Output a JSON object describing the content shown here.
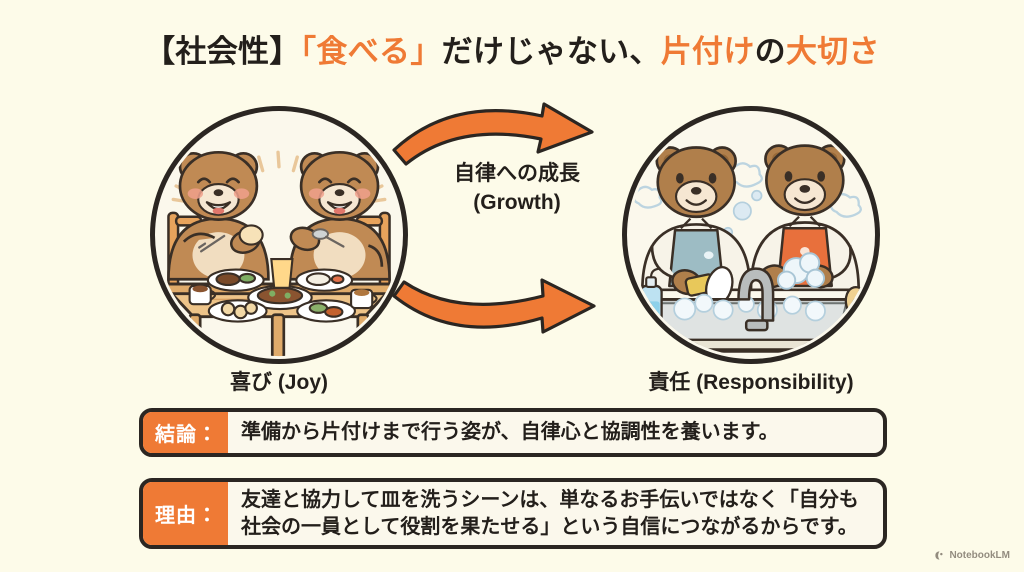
{
  "slide": {
    "background_color": "#fdfbe9",
    "accent_color": "#ef7a35",
    "ink_color": "#231f1b"
  },
  "title": {
    "part1": "【社会性】",
    "part2_accent": "「食べる」",
    "part3": "だけじゃない、",
    "part4_accent": "片付け",
    "part5": "の",
    "part6_accent": "大切さ"
  },
  "diagram": {
    "left": {
      "caption": "喜び (Joy)",
      "scene_name": "two-bears-eating-at-table"
    },
    "right": {
      "caption": "責任 (Responsibility)",
      "scene_name": "two-bears-washing-dishes-at-sink"
    },
    "center_label": {
      "line1": "自律への成長",
      "line2": "(Growth)"
    },
    "arrows": {
      "top": "curved-arrow-right",
      "bottom": "curved-arrow-right",
      "color": "#ef7a35",
      "outline": "#2b2622"
    }
  },
  "callouts": [
    {
      "tag": "結論：",
      "lines": [
        "準備から片付けまで行う姿が、自律心と協調性を養います。"
      ]
    },
    {
      "tag": "理由：",
      "lines": [
        "友達と協力して皿を洗うシーンは、単なるお手伝いではなく「自分も",
        "社会の一員として役割を果たせる」という自信につながるからです。"
      ]
    }
  ],
  "watermark": {
    "label": "NotebookLM"
  }
}
